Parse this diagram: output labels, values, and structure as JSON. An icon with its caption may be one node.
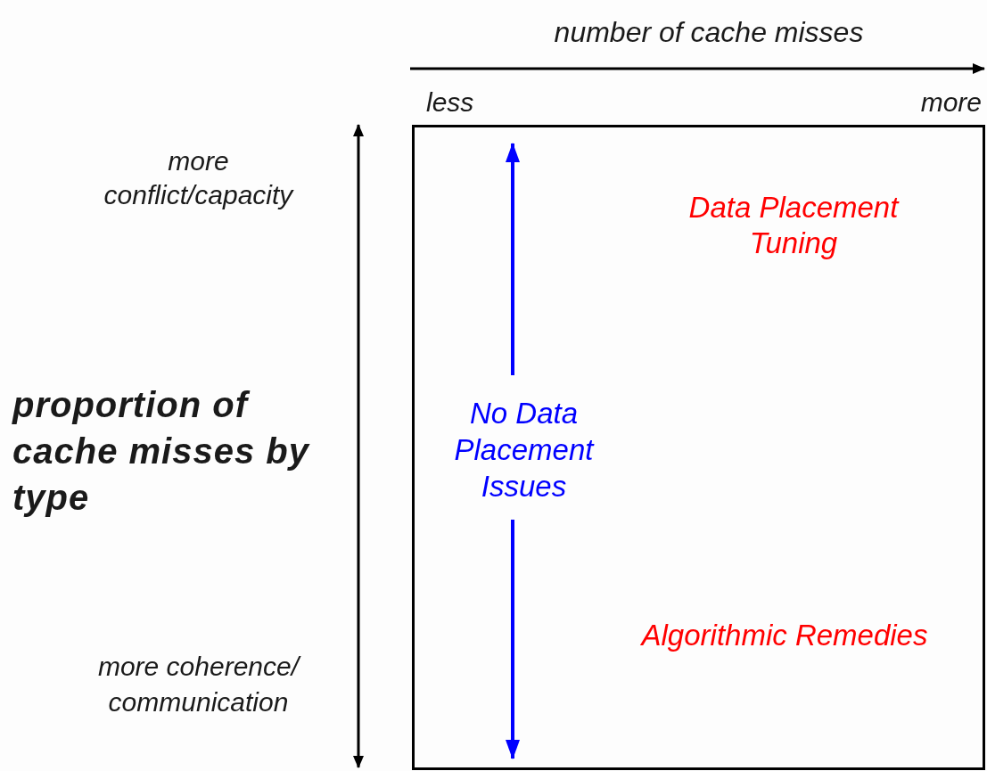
{
  "diagram": {
    "nodes": [
      {
        "text": [],
        "shape": "box"
      },
      {
        "text": [
          "Data Placement Tuning"
        ],
        "in": 0
      },
      {
        "text": [
          "No Data Placement Issues"
        ],
        "in": 0
      },
      {
        "text": [
          "Algorithmic Remedies"
        ],
        "in": 0
      }
    ],
    "labels": [
      "number of cache misses",
      "less",
      "more",
      "more conflict/capacity",
      "proportion of cache misses by type",
      "more coherence/ communication"
    ]
  }
}
